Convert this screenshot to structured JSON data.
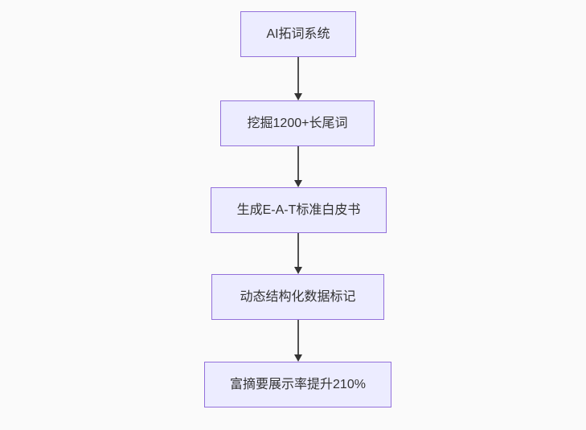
{
  "page": {
    "background": "#fafafa"
  },
  "flowchart": {
    "type": "flowchart-top-down",
    "colors": {
      "node_fill": "#ECECFF",
      "node_border": "#9370DB",
      "text": "#333333",
      "arrow": "#333333",
      "background": "#fafafa"
    },
    "nodes": [
      {
        "label": "AI拓词系统"
      },
      {
        "label": "挖掘1200+长尾词"
      },
      {
        "label": "生成E-A-T标准白皮书"
      },
      {
        "label": "动态结构化数据标记"
      },
      {
        "label": "富摘要展示率提升210%"
      }
    ],
    "edges": [
      {
        "from": 0,
        "to": 1
      },
      {
        "from": 1,
        "to": 2
      },
      {
        "from": 2,
        "to": 3
      },
      {
        "from": 3,
        "to": 4
      }
    ]
  }
}
